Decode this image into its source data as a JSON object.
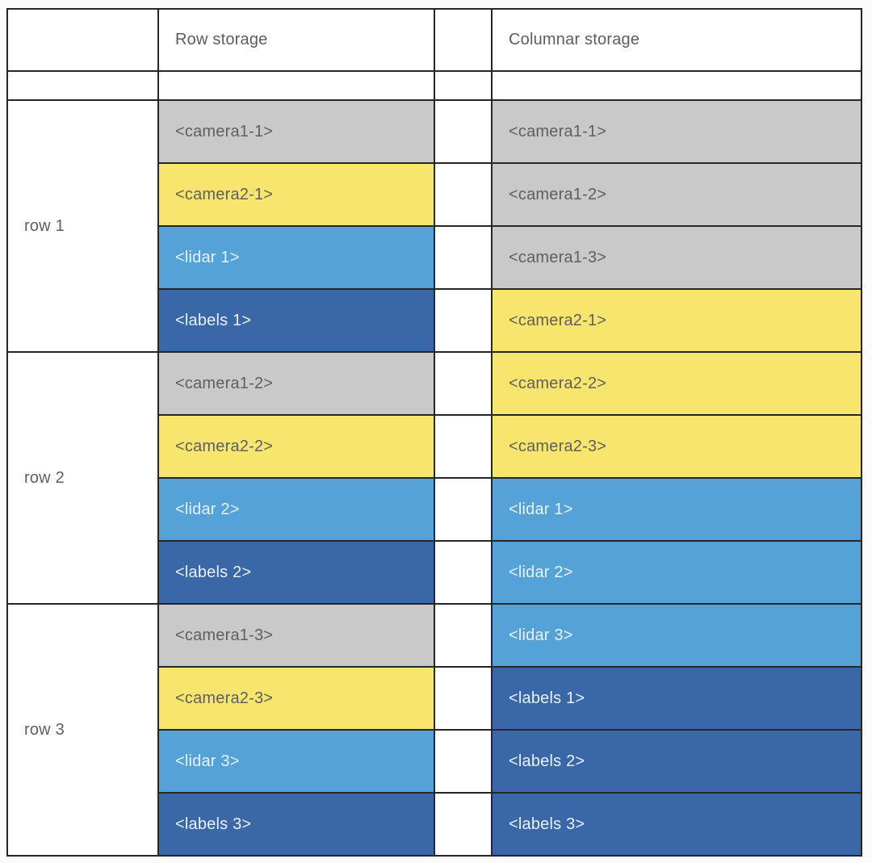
{
  "table": {
    "headers": {
      "row_storage": "Row storage",
      "columnar_storage": "Columnar storage"
    },
    "row_groups": [
      {
        "label": "row 1"
      },
      {
        "label": "row 2"
      },
      {
        "label": "row 3"
      }
    ],
    "row_storage_cells": [
      {
        "label": "<camera1-1>",
        "type": "camera1"
      },
      {
        "label": "<camera2-1>",
        "type": "camera2"
      },
      {
        "label": "<lidar 1>",
        "type": "lidar"
      },
      {
        "label": "<labels 1>",
        "type": "labels"
      },
      {
        "label": "<camera1-2>",
        "type": "camera1"
      },
      {
        "label": "<camera2-2>",
        "type": "camera2"
      },
      {
        "label": "<lidar 2>",
        "type": "lidar"
      },
      {
        "label": "<labels 2>",
        "type": "labels"
      },
      {
        "label": "<camera1-3>",
        "type": "camera1"
      },
      {
        "label": "<camera2-3>",
        "type": "camera2"
      },
      {
        "label": "<lidar 3>",
        "type": "lidar"
      },
      {
        "label": "<labels 3>",
        "type": "labels"
      }
    ],
    "columnar_storage_cells": [
      {
        "label": "<camera1-1>",
        "type": "camera1"
      },
      {
        "label": "<camera1-2>",
        "type": "camera1"
      },
      {
        "label": "<camera1-3>",
        "type": "camera1"
      },
      {
        "label": "<camera2-1>",
        "type": "camera2"
      },
      {
        "label": "<camera2-2>",
        "type": "camera2"
      },
      {
        "label": "<camera2-3>",
        "type": "camera2"
      },
      {
        "label": "<lidar 1>",
        "type": "lidar"
      },
      {
        "label": "<lidar 2>",
        "type": "lidar"
      },
      {
        "label": "<lidar 3>",
        "type": "lidar"
      },
      {
        "label": "<labels 1>",
        "type": "labels"
      },
      {
        "label": "<labels 2>",
        "type": "labels"
      },
      {
        "label": "<labels 3>",
        "type": "labels"
      }
    ],
    "colors": {
      "camera1": "#c9c9c9",
      "camera2": "#f8e56d",
      "lidar": "#55a2d8",
      "labels": "#3a67a8",
      "border": "#262626",
      "text_dark": "#5f5f5f",
      "text_light": "#e9f1fa",
      "header_text": "#5d5d5d",
      "cell_bg": "#ffffff",
      "page_bg": "#fbfbfb"
    }
  }
}
